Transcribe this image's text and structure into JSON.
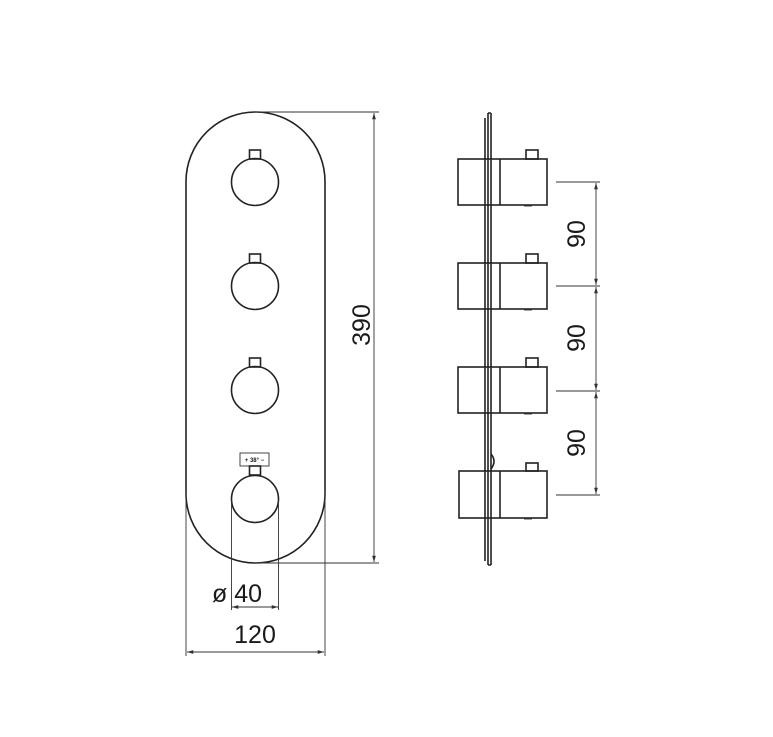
{
  "drawing": {
    "front_view": {
      "knob_count": 4,
      "thermostat_label": "+ 38° −"
    },
    "dimensions": {
      "height": "390",
      "width": "120",
      "knob_diameter": "ø 40",
      "spacing": [
        "90",
        "90",
        "90"
      ]
    },
    "colors": {
      "line": "#222222",
      "background": "#ffffff"
    }
  }
}
